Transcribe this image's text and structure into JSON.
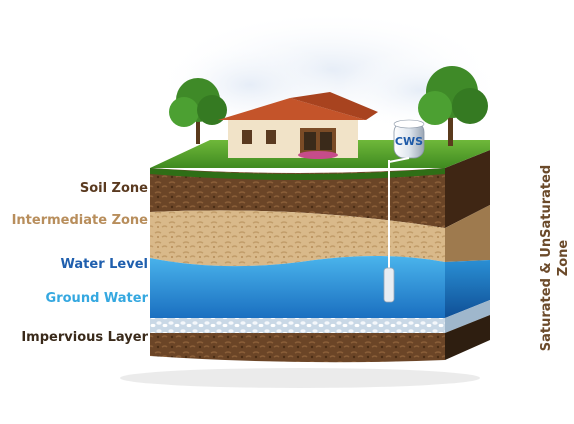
{
  "labels": {
    "soil_zone": "Soil Zone",
    "intermediate_zone": "Intermediate Zone",
    "water_level": "Water Level",
    "ground_water": "Ground Water",
    "impervious_layer": "Impervious Layer"
  },
  "side_label": {
    "line1": "Saturated & UnSaturated",
    "line2": "Zone"
  },
  "tank_label": "CWS",
  "colors": {
    "soil_zone": "#5a3a20",
    "intermediate_zone": "#b88e5c",
    "water_level": "#1f5fae",
    "ground_water": "#35a8e0",
    "impervious_layer": "#3a2a1a",
    "side_label": "#6b4a2a",
    "tank_text": "#1e5aa8"
  }
}
